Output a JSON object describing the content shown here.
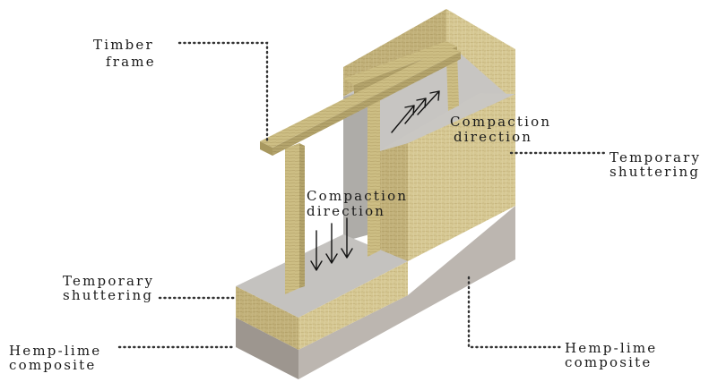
{
  "labels": {
    "timber_frame": [
      "Timber",
      "frame"
    ],
    "compaction_upper": [
      "Compaction",
      "direction"
    ],
    "compaction_lower": [
      "Compaction",
      "direction"
    ],
    "shuttering_right": [
      "Temporary",
      "shuttering"
    ],
    "shuttering_left": [
      "Temporary",
      "shuttering"
    ],
    "composite_left": [
      "Hemp-lime",
      "composite"
    ],
    "composite_right": [
      "Hemp-lime",
      "composite"
    ]
  },
  "colors": {
    "hemp_light": "#d9cc9a",
    "hemp_mid": "#c8b983",
    "hemp_dark": "#b6a46c",
    "composite_side": "#a19a93",
    "composite_front": "#bdb7b1",
    "top_surface": "#c4c2bf",
    "timber": "#c9ba7e"
  }
}
